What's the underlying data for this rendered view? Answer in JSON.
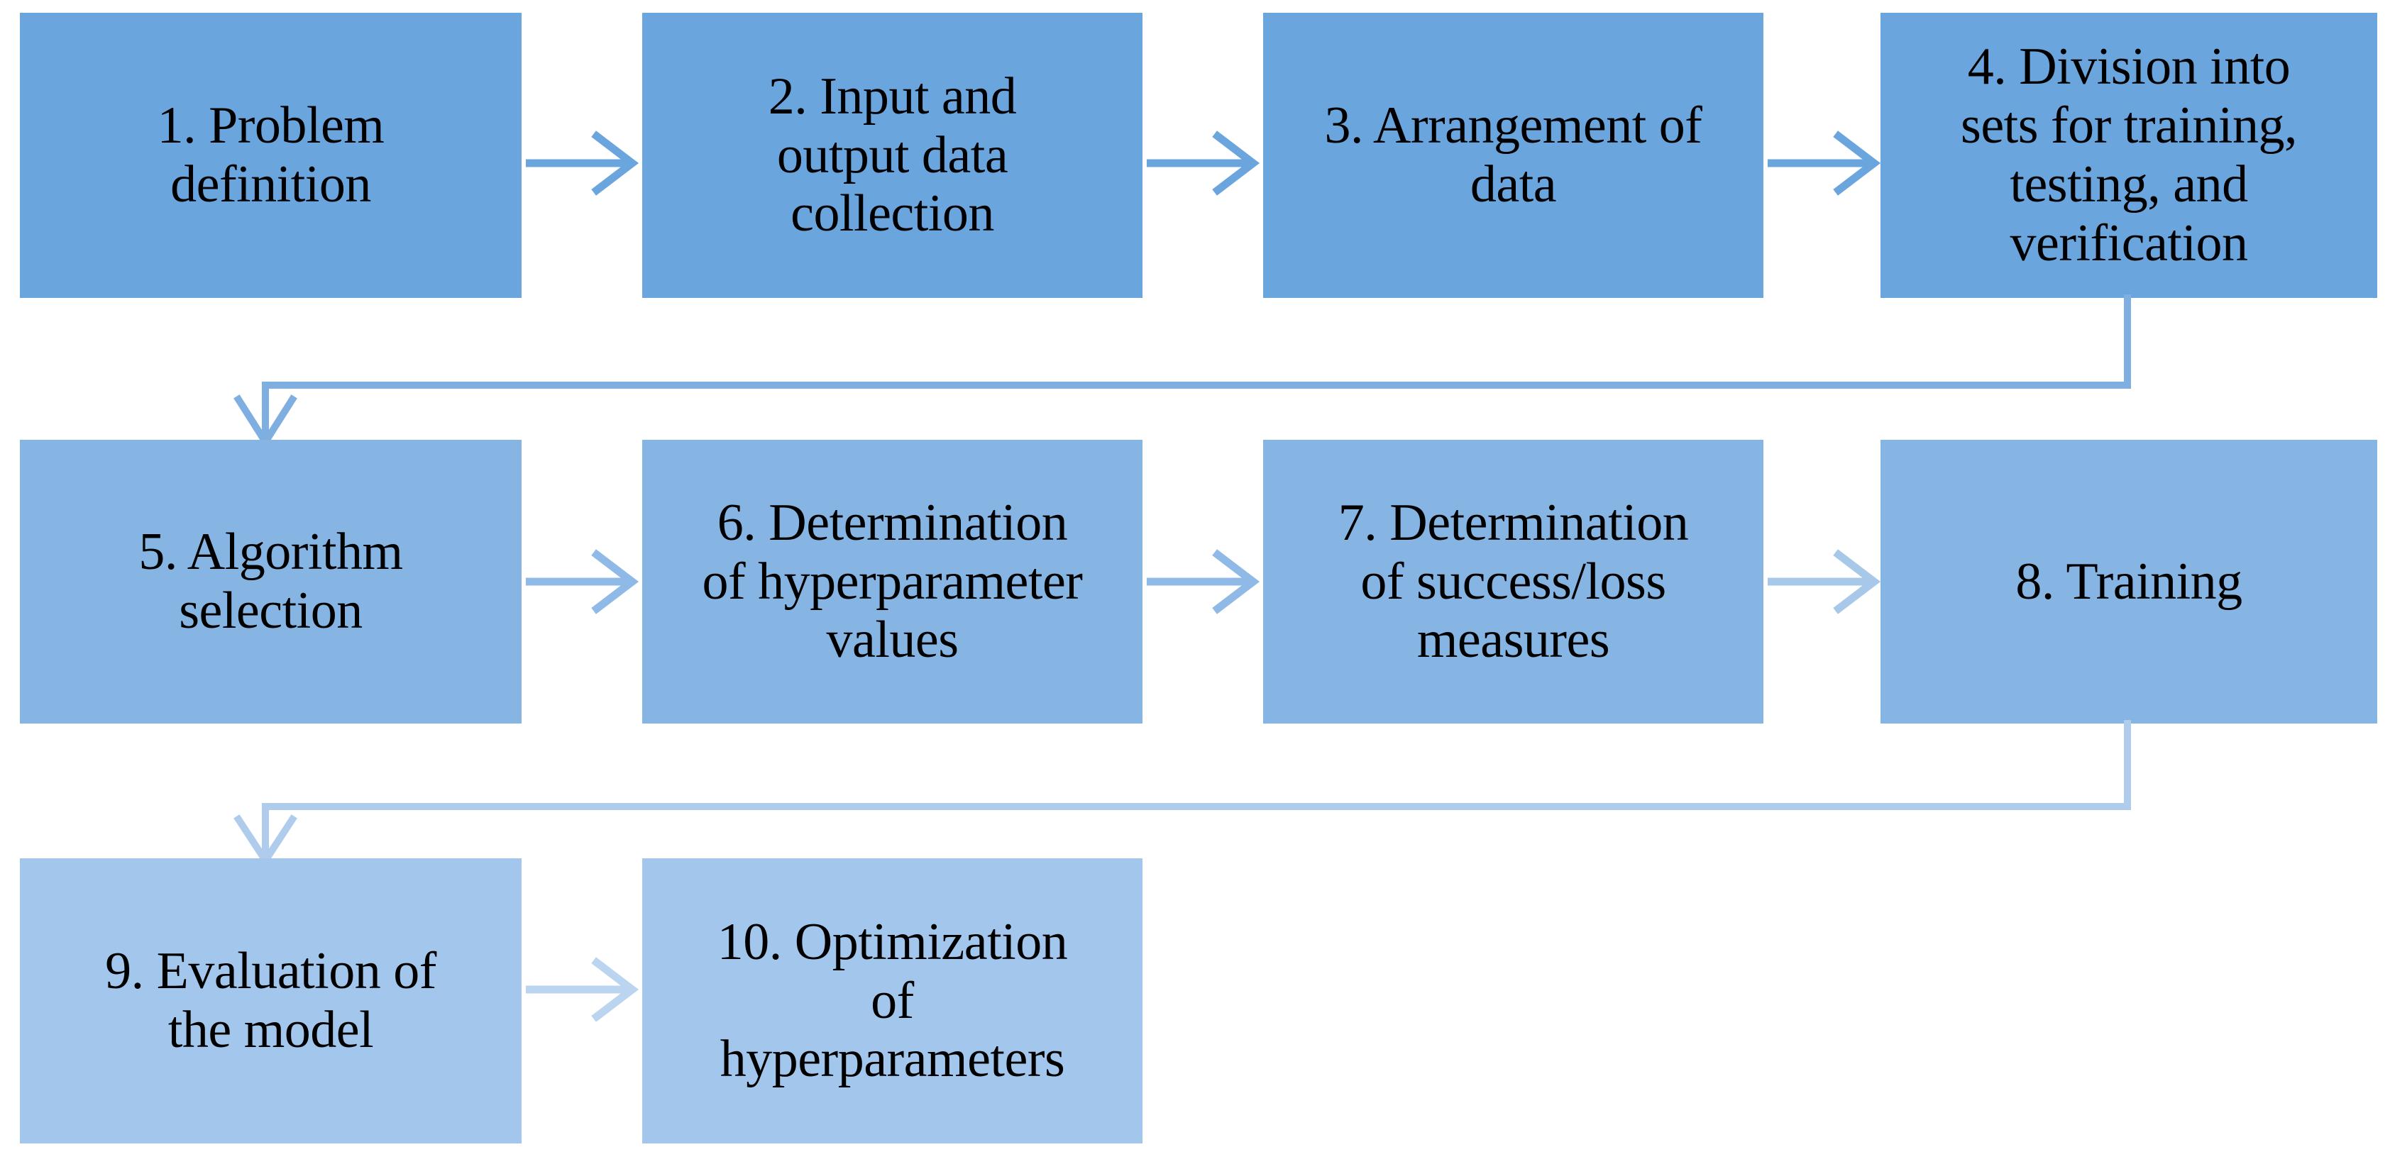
{
  "diagram": {
    "title": "Machine learning model development workflow",
    "type": "flowchart",
    "orientation": "left-to-right, top-to-bottom serpentine",
    "colors": {
      "row1_fill": "#6BA5DE",
      "row2_fill": "#86B5E3",
      "row3_fill": "#A3C7EC",
      "connector_row1": "#6BA5DE",
      "connector_row2": "#8FB9E6",
      "connector_row3": "#BBD4EF",
      "text": "#000000",
      "background": "#FFFFFF"
    },
    "rows": [
      {
        "row_index": 1,
        "nodes": [
          {
            "id": "step-1",
            "number": "1.",
            "label": "1. Problem\ndefinition"
          },
          {
            "id": "step-2",
            "number": "2.",
            "label": "2. Input and\noutput data\ncollection"
          },
          {
            "id": "step-3",
            "number": "3.",
            "label": "3. Arrangement of\ndata"
          },
          {
            "id": "step-4",
            "number": "4.",
            "label": "4. Division into\nsets for training,\ntesting, and\nverification"
          }
        ]
      },
      {
        "row_index": 2,
        "nodes": [
          {
            "id": "step-5",
            "number": "5.",
            "label": "5. Algorithm\nselection"
          },
          {
            "id": "step-6",
            "number": "6.",
            "label": "6. Determination\nof hyperparameter\nvalues"
          },
          {
            "id": "step-7",
            "number": "7.",
            "label": "7. Determination\nof success/loss\nmeasures"
          },
          {
            "id": "step-8",
            "number": "8.",
            "label": "8. Training"
          }
        ]
      },
      {
        "row_index": 3,
        "nodes": [
          {
            "id": "step-9",
            "number": "9.",
            "label": "9. Evaluation of\nthe model"
          },
          {
            "id": "step-10",
            "number": "10.",
            "label": "10. Optimization\nof\nhyperparameters"
          }
        ]
      }
    ],
    "connectors": [
      {
        "id": "arrow-1-to-2",
        "from": "step-1",
        "to": "step-2",
        "shape": "straight-right"
      },
      {
        "id": "arrow-2-to-3",
        "from": "step-2",
        "to": "step-3",
        "shape": "straight-right"
      },
      {
        "id": "arrow-3-to-4",
        "from": "step-3",
        "to": "step-4",
        "shape": "straight-right"
      },
      {
        "id": "arrow-4-to-5",
        "from": "step-4",
        "to": "step-5",
        "shape": "elbow-down-left-down"
      },
      {
        "id": "arrow-5-to-6",
        "from": "step-5",
        "to": "step-6",
        "shape": "straight-right"
      },
      {
        "id": "arrow-6-to-7",
        "from": "step-6",
        "to": "step-7",
        "shape": "straight-right"
      },
      {
        "id": "arrow-7-to-8",
        "from": "step-7",
        "to": "step-8",
        "shape": "straight-right"
      },
      {
        "id": "arrow-8-to-9",
        "from": "step-8",
        "to": "step-9",
        "shape": "elbow-down-left-down"
      },
      {
        "id": "arrow-9-to-10",
        "from": "step-9",
        "to": "step-10",
        "shape": "straight-right"
      }
    ]
  }
}
